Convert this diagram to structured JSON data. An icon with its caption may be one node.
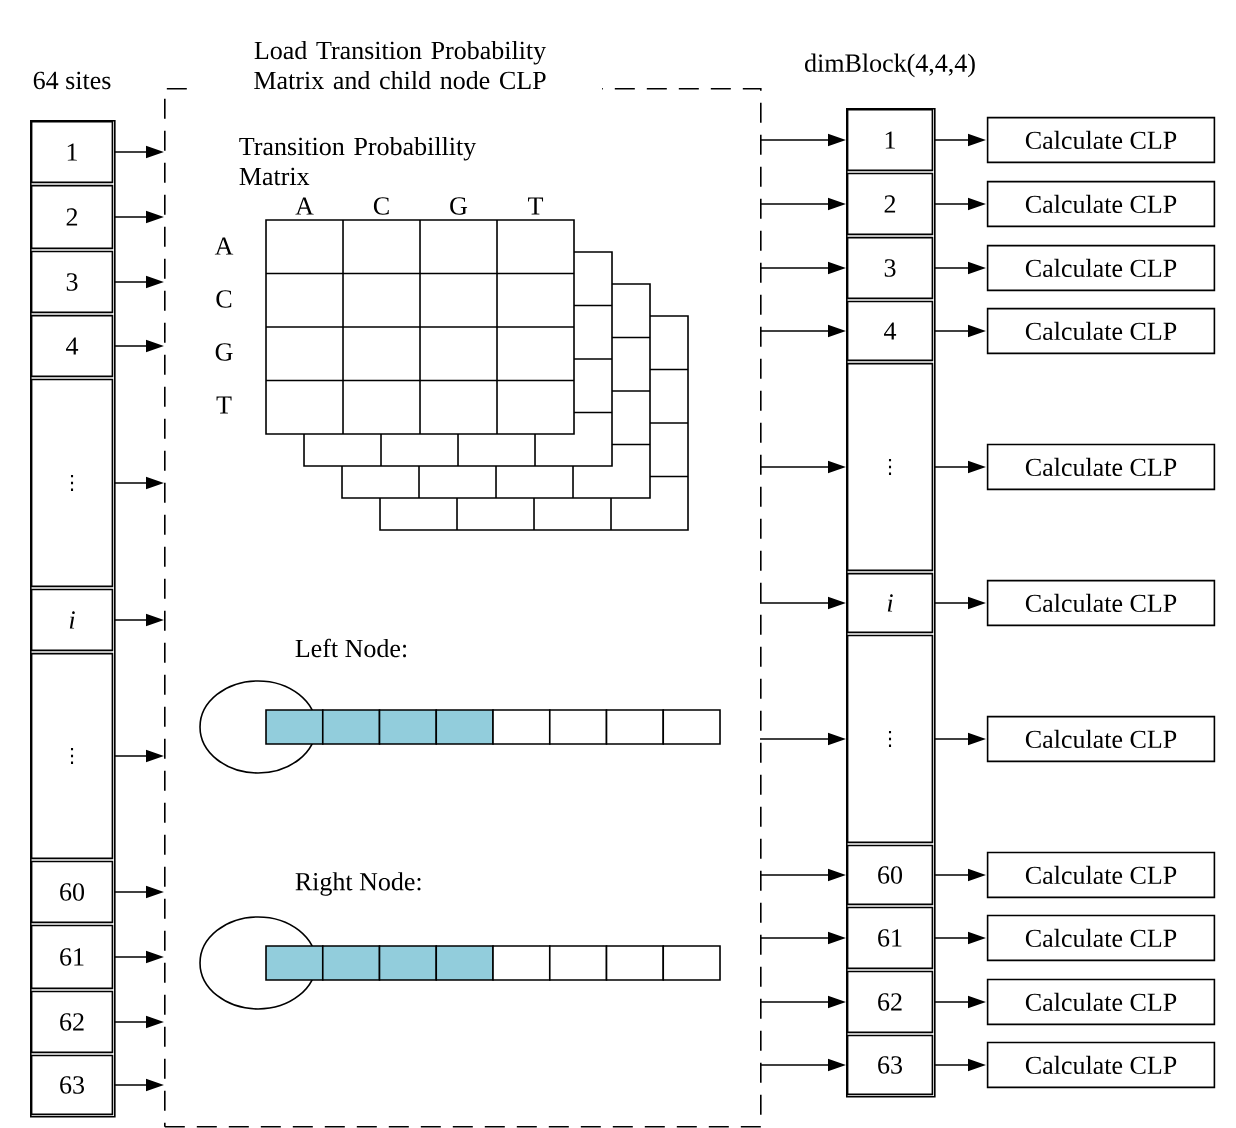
{
  "diagram": {
    "nodes": [
      {
        "text": [
          "64 sites"
        ]
      },
      {
        "text": [
          "1"
        ],
        "in": 0
      },
      {
        "text": [
          "2"
        ],
        "in": 0
      },
      {
        "text": [
          "3"
        ],
        "in": 0
      },
      {
        "text": [
          "4"
        ],
        "in": 0
      },
      {
        "text": [
          "⋮"
        ],
        "in": 0
      },
      {
        "text": [
          "i"
        ],
        "in": 0
      },
      {
        "text": [
          "⋮"
        ],
        "in": 0
      },
      {
        "text": [
          "60"
        ],
        "in": 0
      },
      {
        "text": [
          "61"
        ],
        "in": 0
      },
      {
        "text": [
          "62"
        ],
        "in": 0
      },
      {
        "text": [
          "63"
        ],
        "in": 0
      },
      {
        "text": [
          "Load Transition Probability Matrix and child node CLP"
        ]
      },
      {
        "text": [
          "Transition Probabillity Matrix"
        ],
        "in": 12
      },
      {
        "text": [
          "Left Node:"
        ],
        "in": 12
      },
      {
        "text": [
          "Right Node:"
        ],
        "in": 12
      },
      {
        "text": [
          "dimBlock(4,4,4)"
        ]
      },
      {
        "text": [
          "1"
        ],
        "in": 16
      },
      {
        "text": [
          "2"
        ],
        "in": 16
      },
      {
        "text": [
          "3"
        ],
        "in": 16
      },
      {
        "text": [
          "4"
        ],
        "in": 16
      },
      {
        "text": [
          "⋮"
        ],
        "in": 16
      },
      {
        "text": [
          "i"
        ],
        "in": 16
      },
      {
        "text": [
          "⋮"
        ],
        "in": 16
      },
      {
        "text": [
          "60"
        ],
        "in": 16
      },
      {
        "text": [
          "61"
        ],
        "in": 16
      },
      {
        "text": [
          "62"
        ],
        "in": 16
      },
      {
        "text": [
          "63"
        ],
        "in": 16
      },
      {
        "text": [
          "Calculate CLP"
        ]
      },
      {
        "text": [
          "Calculate CLP"
        ]
      },
      {
        "text": [
          "Calculate CLP"
        ]
      },
      {
        "text": [
          "Calculate CLP"
        ]
      },
      {
        "text": [
          "Calculate CLP"
        ]
      },
      {
        "text": [
          "Calculate CLP"
        ]
      },
      {
        "text": [
          "Calculate CLP"
        ]
      },
      {
        "text": [
          "Calculate CLP"
        ]
      },
      {
        "text": [
          "Calculate CLP"
        ]
      },
      {
        "text": [
          "Calculate CLP"
        ]
      },
      {
        "text": [
          "Calculate CLP"
        ]
      }
    ],
    "edges": [
      {
        "from": 1,
        "to": 12,
        "arrow": "to"
      },
      {
        "from": 2,
        "to": 12,
        "arrow": "to"
      },
      {
        "from": 3,
        "to": 12,
        "arrow": "to"
      },
      {
        "from": 4,
        "to": 12,
        "arrow": "to"
      },
      {
        "from": 5,
        "to": 12,
        "arrow": "to"
      },
      {
        "from": 6,
        "to": 12,
        "arrow": "to"
      },
      {
        "from": 7,
        "to": 12,
        "arrow": "to"
      },
      {
        "from": 8,
        "to": 12,
        "arrow": "to"
      },
      {
        "from": 9,
        "to": 12,
        "arrow": "to"
      },
      {
        "from": 10,
        "to": 12,
        "arrow": "to"
      },
      {
        "from": 11,
        "to": 12,
        "arrow": "to"
      },
      {
        "from": 12,
        "to": 17,
        "arrow": "to"
      },
      {
        "from": 12,
        "to": 18,
        "arrow": "to"
      },
      {
        "from": 12,
        "to": 19,
        "arrow": "to"
      },
      {
        "from": 12,
        "to": 20,
        "arrow": "to"
      },
      {
        "from": 12,
        "to": 21,
        "arrow": "to"
      },
      {
        "from": 12,
        "to": 22,
        "arrow": "to"
      },
      {
        "from": 12,
        "to": 23,
        "arrow": "to"
      },
      {
        "from": 12,
        "to": 24,
        "arrow": "to"
      },
      {
        "from": 12,
        "to": 25,
        "arrow": "to"
      },
      {
        "from": 12,
        "to": 26,
        "arrow": "to"
      },
      {
        "from": 12,
        "to": 27,
        "arrow": "to"
      },
      {
        "from": 17,
        "to": 28,
        "arrow": "to"
      },
      {
        "from": 18,
        "to": 29,
        "arrow": "to"
      },
      {
        "from": 19,
        "to": 30,
        "arrow": "to"
      },
      {
        "from": 20,
        "to": 31,
        "arrow": "to"
      },
      {
        "from": 21,
        "to": 32,
        "arrow": "to"
      },
      {
        "from": 22,
        "to": 33,
        "arrow": "to"
      },
      {
        "from": 23,
        "to": 34,
        "arrow": "to"
      },
      {
        "from": 24,
        "to": 35,
        "arrow": "to"
      },
      {
        "from": 25,
        "to": 36,
        "arrow": "to"
      },
      {
        "from": 26,
        "to": 37,
        "arrow": "to"
      },
      {
        "from": 27,
        "to": 38,
        "arrow": "to"
      }
    ],
    "labels": [
      "A",
      "C",
      "G",
      "T",
      "A",
      "C",
      "G",
      "T"
    ]
  }
}
